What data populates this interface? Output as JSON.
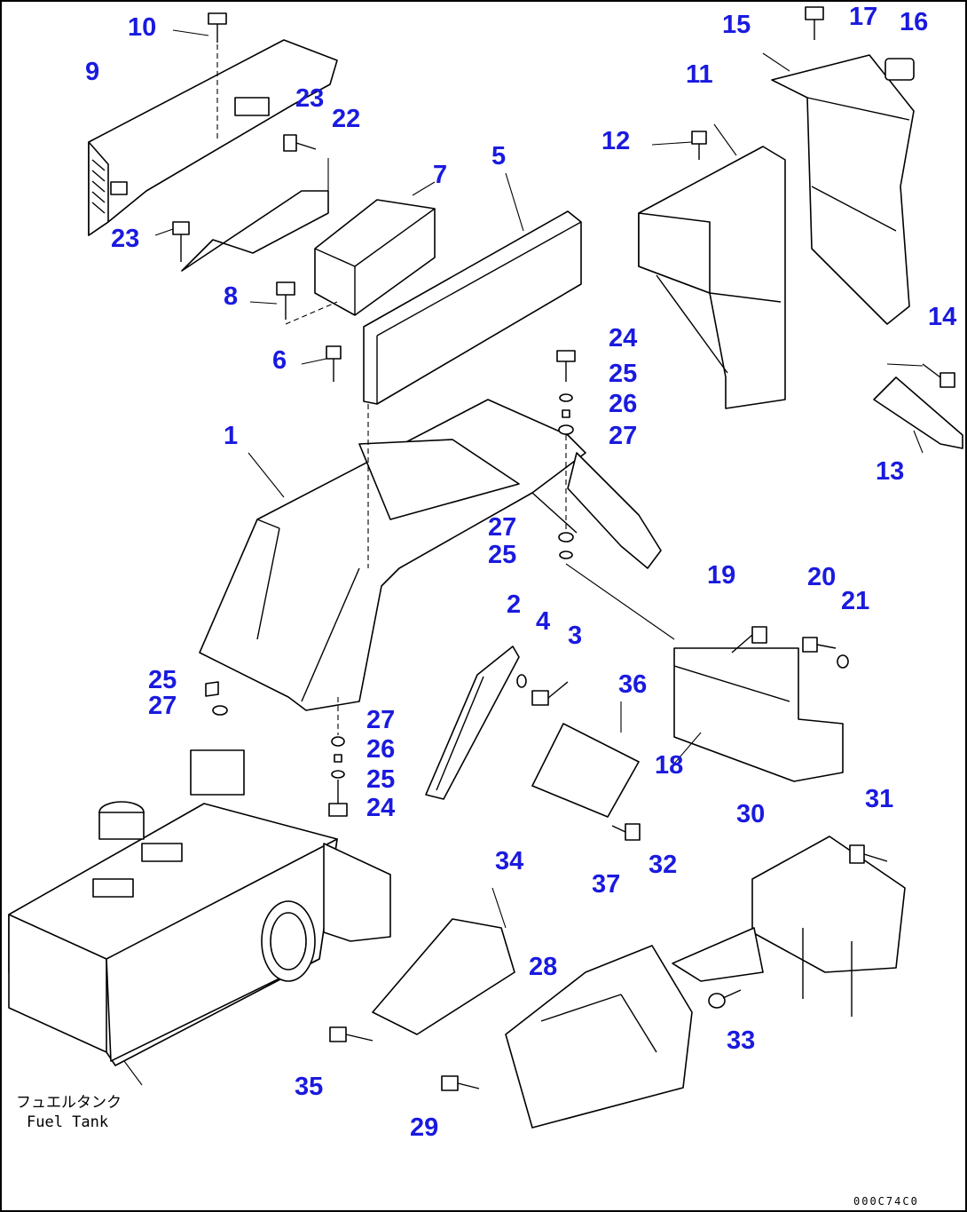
{
  "callout_color": "#1a1adf",
  "callouts": [
    "1",
    "2",
    "3",
    "4",
    "5",
    "6",
    "7",
    "8",
    "9",
    "10",
    "11",
    "12",
    "13",
    "14",
    "15",
    "16",
    "17",
    "18",
    "19",
    "20",
    "21",
    "22",
    "23",
    "23",
    "24",
    "25",
    "26",
    "27",
    "27",
    "25",
    "25",
    "27",
    "27",
    "26",
    "25",
    "24",
    "28",
    "29",
    "30",
    "31",
    "32",
    "33",
    "34",
    "35",
    "36",
    "37"
  ],
  "caption": {
    "jp": "フュエルタンク",
    "en": "Fuel Tank"
  },
  "drawing_code": "000C74C0"
}
